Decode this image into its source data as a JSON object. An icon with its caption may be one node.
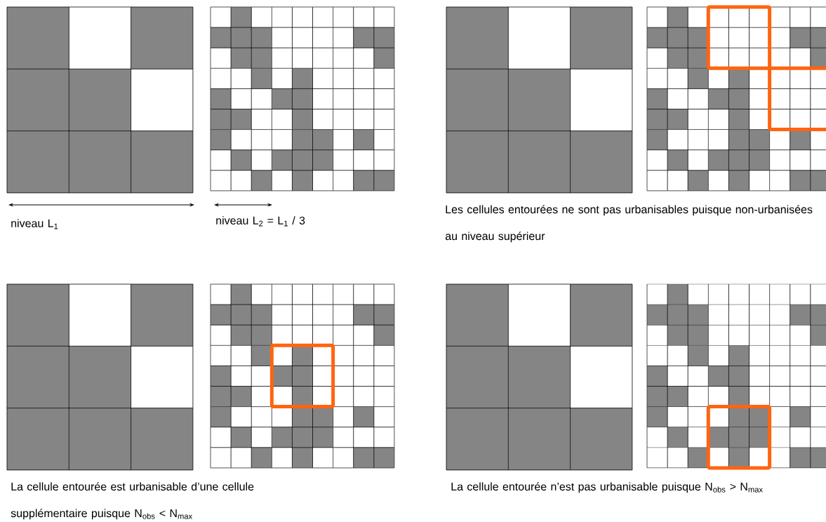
{
  "diagram": {
    "labels": [
      "niveau L$_{1}$",
      "niveau L$_{2}$ = L$_{1}$ / 3",
      "Les cellules entourées ne sont pas urbanisables puisque non-urbanisées au niveau supérieur",
      "La cellule entourée est urbanisable d’une cellule supplémentaire puisque N$_{obs}$ < N$_{max}$",
      "La cellule entourée n’est pas urbanisable puisque N$_{obs}$ > N$_{max}$"
    ]
  }
}
